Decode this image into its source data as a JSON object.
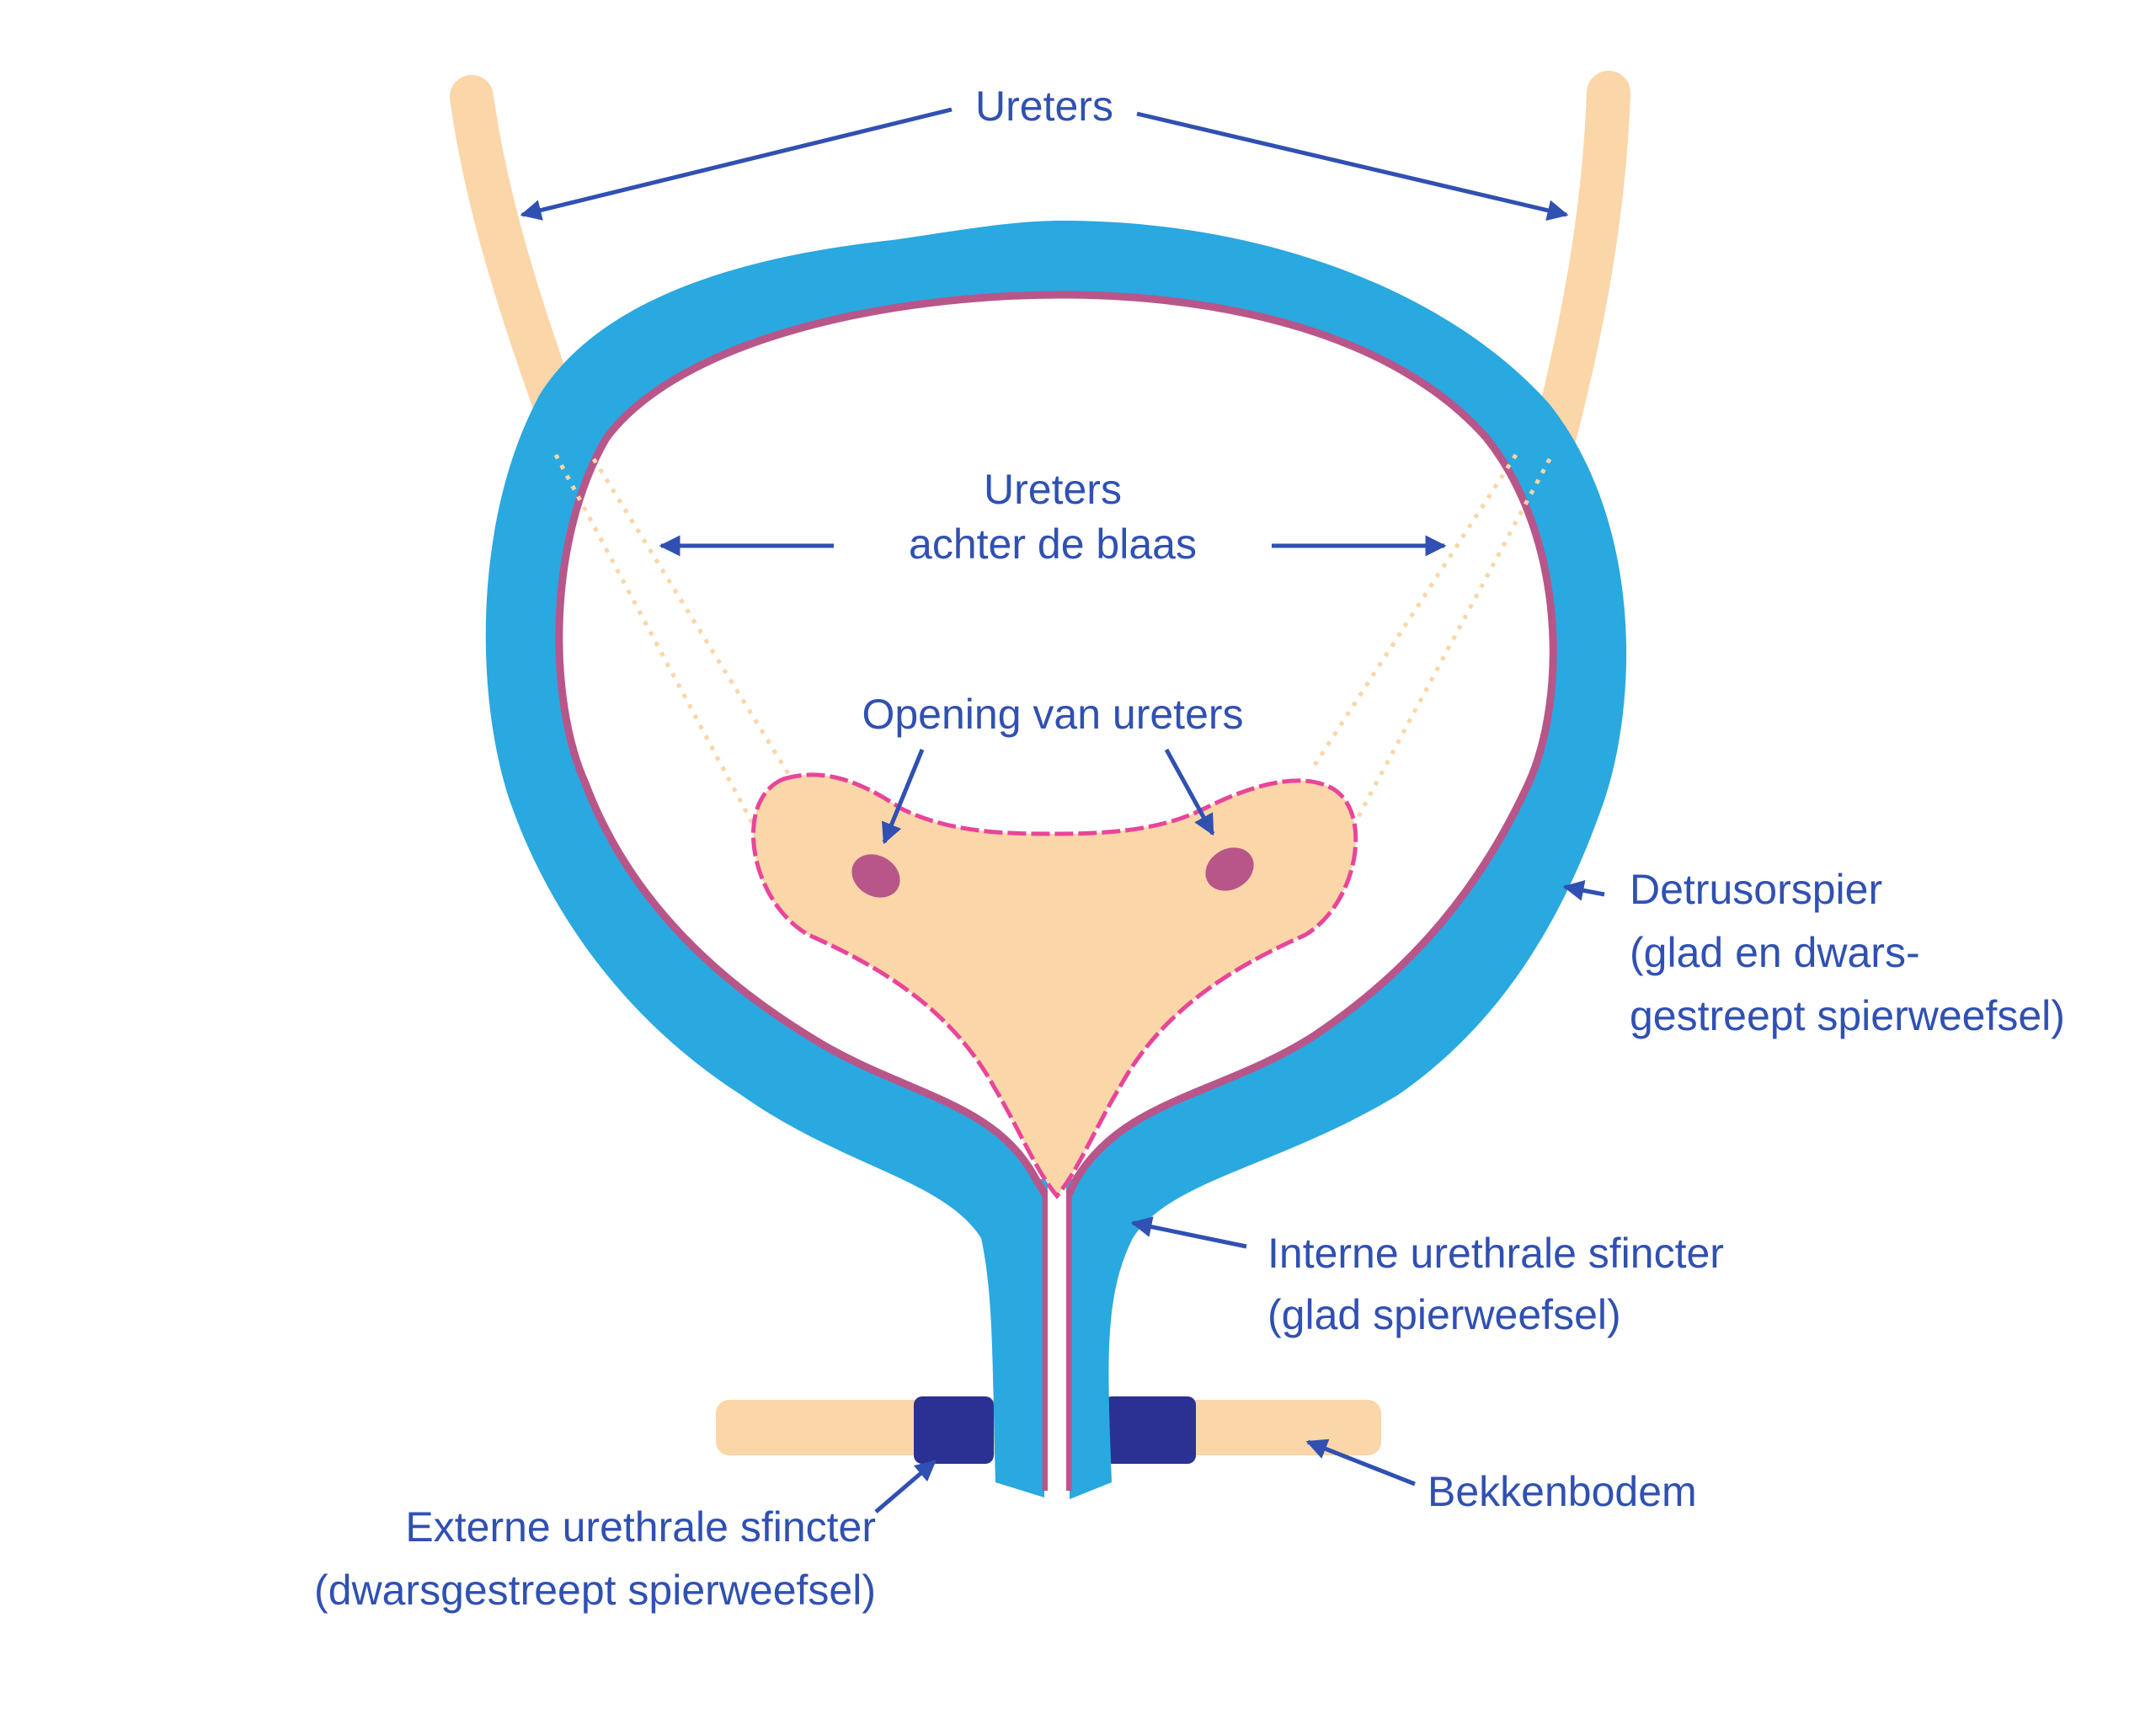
{
  "labels": {
    "ureters_top": "Ureters",
    "ureters_behind_line1": "Ureters",
    "ureters_behind_line2": "achter de blaas",
    "opening": "Opening van ureters",
    "detrusor_line1": "Detrusorspier",
    "detrusor_line2": "(glad en dwars-",
    "detrusor_line3": "gestreept spierweefsel)",
    "internal_line1": "Interne urethrale sfincter",
    "internal_line2": "(glad spierweefsel)",
    "pelvic_floor": "Bekkenbodem",
    "external_line1": "Externe urethrale sfincter",
    "external_line2": "(dwarsgestreept spierweefsel)"
  },
  "colors": {
    "detrusor_muscle": "#2aa8e0",
    "ureter_and_trigone": "#fad6a8",
    "mucosa": "#b8568a",
    "trigone_border": "#e8459a",
    "external_sphincter": "#2b3193",
    "label_text": "#3050b2"
  }
}
